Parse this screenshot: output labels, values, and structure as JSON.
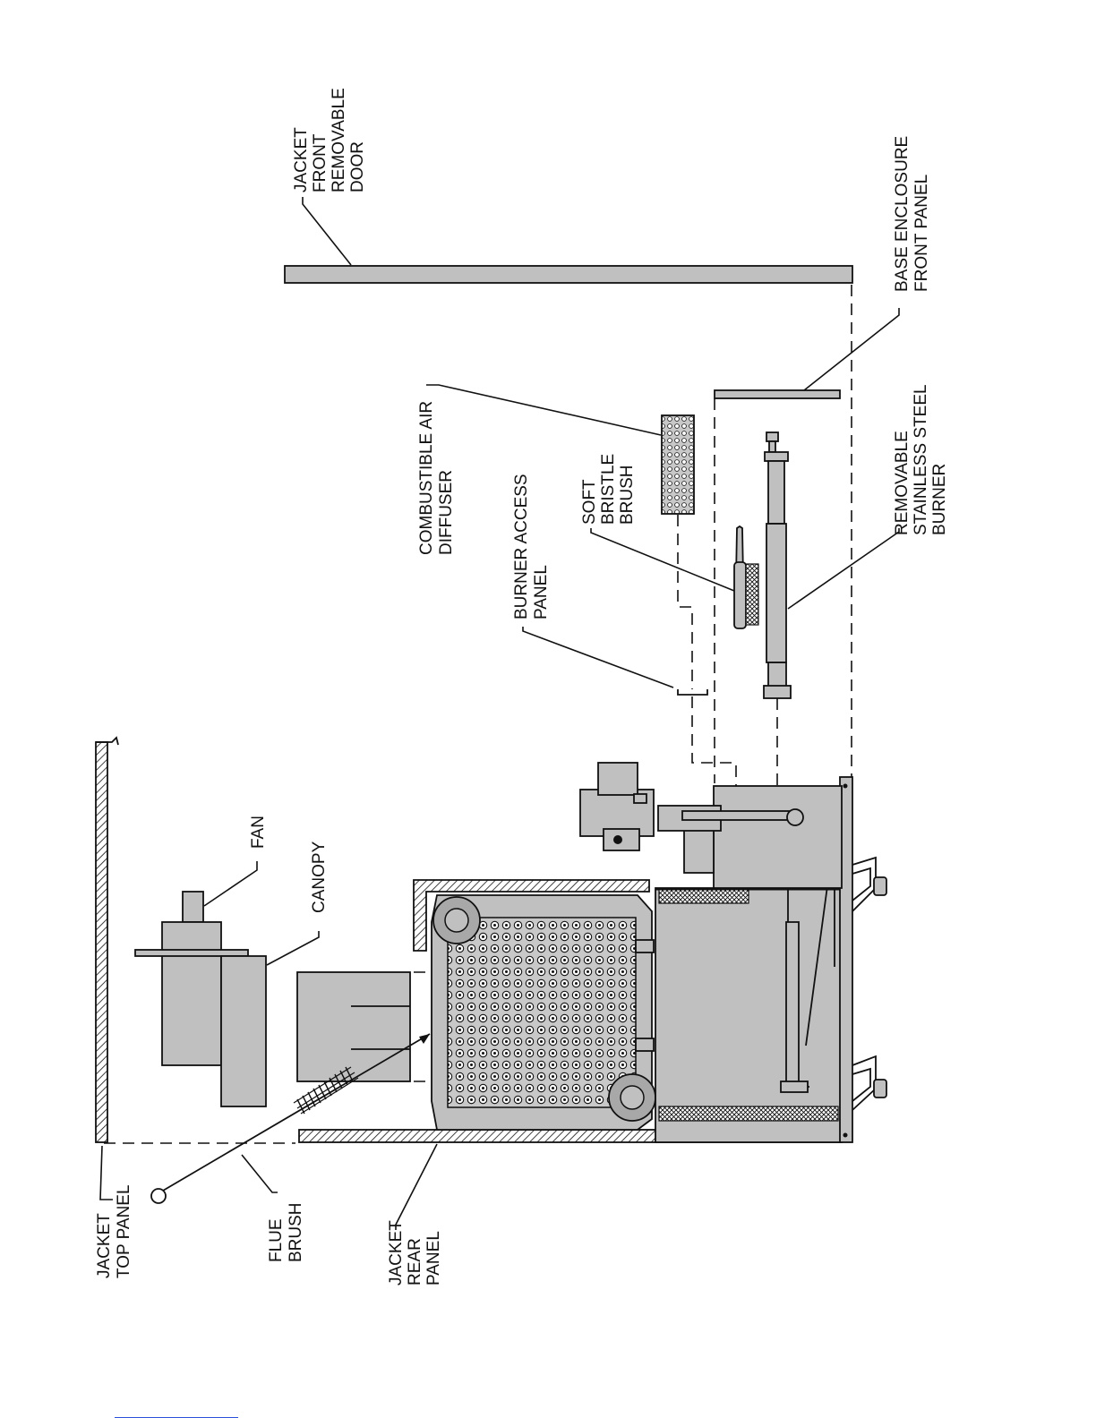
{
  "labels": {
    "jacket_front_door": [
      "JACKET",
      "FRONT",
      "REMOVABLE",
      "DOOR"
    ],
    "base_enclosure": [
      "BASE ENCLOSURE",
      "FRONT PANEL"
    ],
    "combustible_air": [
      "COMBUSTIBLE AIR",
      "DIFFUSER"
    ],
    "burner_access": [
      "BURNER ACCESS",
      "PANEL"
    ],
    "soft_brush": [
      "SOFT",
      "BRISTLE",
      "BRUSH"
    ],
    "burner": [
      "REMOVABLE",
      "STAINLESS STEEL",
      "BURNER"
    ],
    "fan": [
      "FAN"
    ],
    "canopy": [
      "CANOPY"
    ],
    "jacket_top": [
      "JACKET",
      "TOP PANEL"
    ],
    "flue_brush": [
      "FLUE",
      "BRUSH"
    ],
    "jacket_rear": [
      "JACKET",
      "REAR",
      "PANEL"
    ]
  },
  "colors": {
    "part_fill": "#c0c0c0",
    "line": "#111111",
    "footer_rule": "#2a4fd8"
  }
}
